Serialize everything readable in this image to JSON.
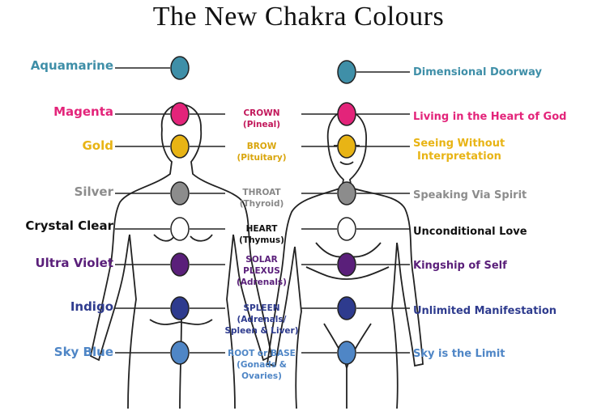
{
  "title": "The New Chakra Colours",
  "chakras": [
    {
      "colour_name": "Aquamarine",
      "center": "",
      "center_sub": "",
      "center_sub2": "",
      "meaning": "Dimensional Doorway",
      "meaning2": "",
      "fill": "#3f8fa8",
      "text_color": "#3f8fa8"
    },
    {
      "colour_name": "Magenta",
      "center": "CROWN",
      "center_sub": "(Pineal)",
      "center_sub2": "",
      "meaning": "Living in the Heart of God",
      "meaning2": "",
      "fill": "#e3247a",
      "text_color": "#e3247a"
    },
    {
      "colour_name": "Gold",
      "center": "BROW",
      "center_sub": "(Pituitary)",
      "center_sub2": "",
      "meaning": "Seeing Without",
      "meaning2": "Interpretation",
      "fill": "#e8b415",
      "text_color": "#e8b415"
    },
    {
      "colour_name": "Silver",
      "center": "THROAT",
      "center_sub": "(Thyroid)",
      "center_sub2": "",
      "meaning": "Speaking Via Spirit",
      "meaning2": "",
      "fill": "#8c8c8c",
      "text_color": "#8c8c8c"
    },
    {
      "colour_name": "Crystal Clear",
      "center": "HEART",
      "center_sub": "(Thymus)",
      "center_sub2": "",
      "meaning": "Unconditional Love",
      "meaning2": "",
      "fill": "#ffffff",
      "text_color": "#111111"
    },
    {
      "colour_name": "Ultra Violet",
      "center": "SOLAR",
      "center_sub": "PLEXUS",
      "center_sub2": "(Adrenals)",
      "meaning": "Kingship of Self",
      "meaning2": "",
      "fill": "#5a1f7a",
      "text_color": "#5a1f7a"
    },
    {
      "colour_name": "Indigo",
      "center": "SPLEEN",
      "center_sub": "(Adrenals/",
      "center_sub2": "Spleen & Liver)",
      "meaning": "Unlimited Manifestation",
      "meaning2": "",
      "fill": "#2e3b8e",
      "text_color": "#2e3b8e"
    },
    {
      "colour_name": "Sky Blue",
      "center": "ROOT or BASE",
      "center_sub": "(Gonads &",
      "center_sub2": "Ovaries)",
      "meaning": "Sky is the Limit",
      "meaning2": "",
      "fill": "#4f86c6",
      "text_color": "#4f86c6"
    }
  ]
}
